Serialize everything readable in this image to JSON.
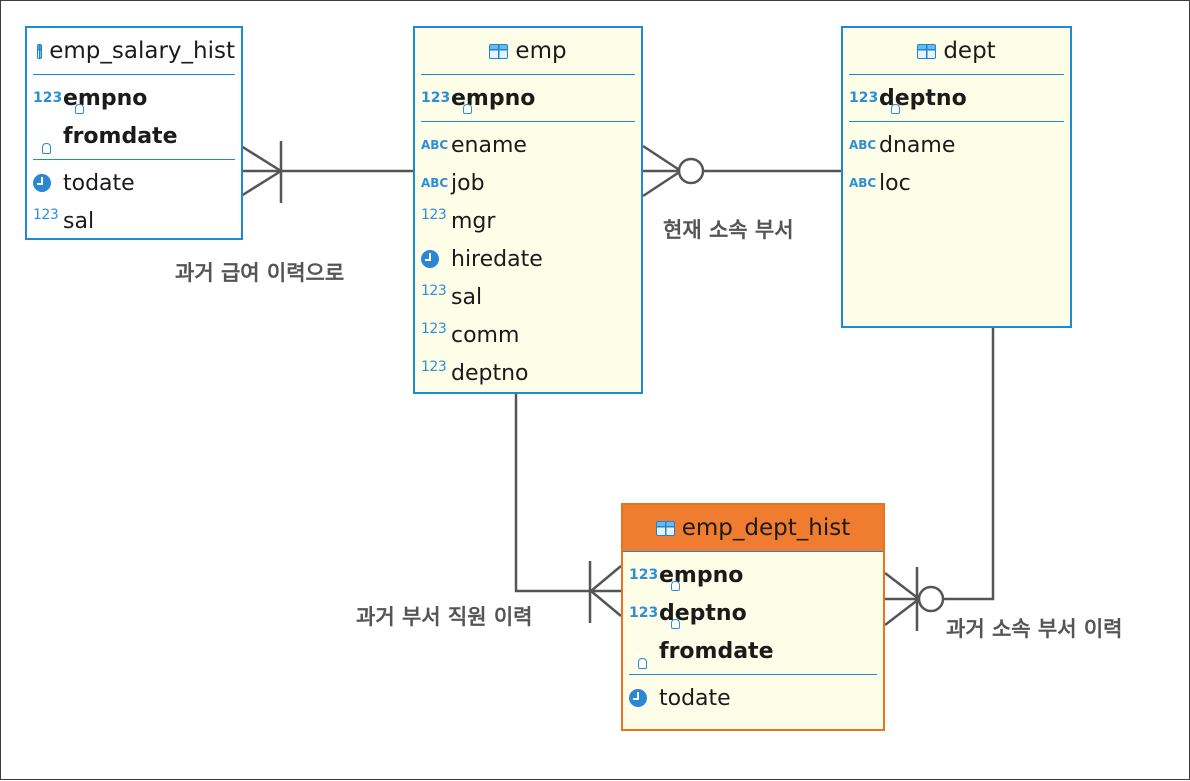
{
  "entities": {
    "emp_salary_hist": {
      "title": "emp_salary_hist",
      "keys": [
        {
          "name": "empno",
          "type": "number-key-icon"
        },
        {
          "name": "fromdate",
          "type": "clock-key-icon"
        }
      ],
      "columns": [
        {
          "name": "todate",
          "type": "clock-icon"
        },
        {
          "name": "sal",
          "type": "number-icon"
        }
      ]
    },
    "emp": {
      "title": "emp",
      "keys": [
        {
          "name": "empno",
          "type": "number-key-icon"
        }
      ],
      "columns": [
        {
          "name": "ename",
          "type": "text-icon"
        },
        {
          "name": "job",
          "type": "text-icon"
        },
        {
          "name": "mgr",
          "type": "number-icon"
        },
        {
          "name": "hiredate",
          "type": "clock-icon"
        },
        {
          "name": "sal",
          "type": "number-icon"
        },
        {
          "name": "comm",
          "type": "number-icon"
        },
        {
          "name": "deptno",
          "type": "number-icon"
        }
      ]
    },
    "dept": {
      "title": "dept",
      "keys": [
        {
          "name": "deptno",
          "type": "number-key-icon"
        }
      ],
      "columns": [
        {
          "name": "dname",
          "type": "text-icon"
        },
        {
          "name": "loc",
          "type": "text-icon"
        }
      ]
    },
    "emp_dept_hist": {
      "title": "emp_dept_hist",
      "keys": [
        {
          "name": "empno",
          "type": "number-key-icon"
        },
        {
          "name": "deptno",
          "type": "number-key-icon"
        },
        {
          "name": "fromdate",
          "type": "clock-key-icon"
        }
      ],
      "columns": [
        {
          "name": "todate",
          "type": "clock-icon"
        }
      ]
    }
  },
  "relationships": {
    "salary_history": "과거 급여 이력으로",
    "current_dept": "현재 소속 부서",
    "dept_employee_history": "과거 부서 직원 이력",
    "past_dept_history": "과거 소속 부서 이력"
  },
  "colors": {
    "border": "#1d8ad6",
    "selected_header": "#f07c30",
    "selected_border": "#e8741e",
    "light_fill": "#fefee8",
    "line": "#555555",
    "label": "#555555"
  },
  "icon_glyphs": {
    "number": "123",
    "text": "ABC"
  }
}
